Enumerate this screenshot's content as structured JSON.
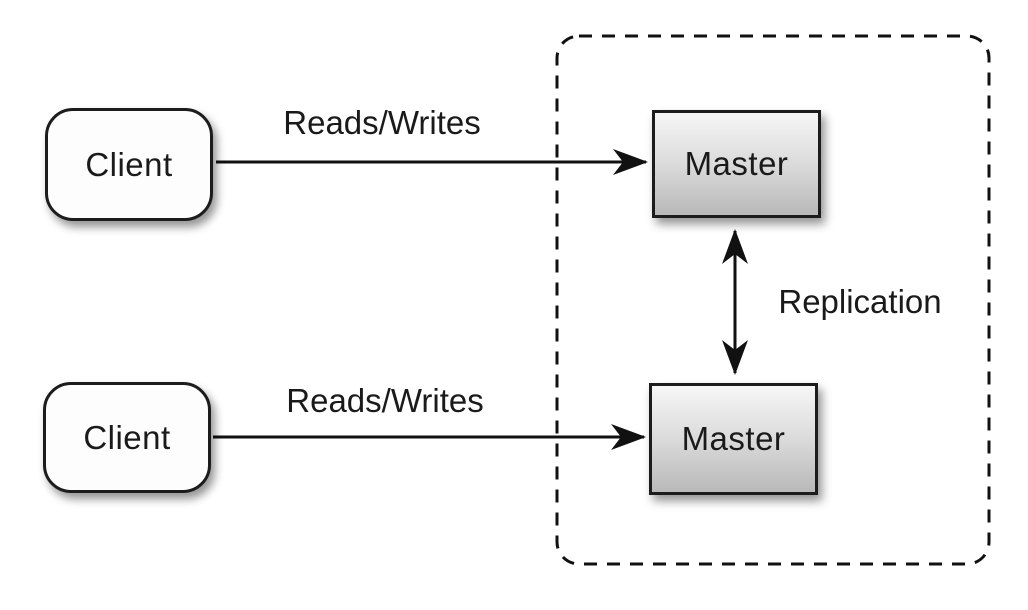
{
  "diagram": {
    "kind": "architecture-diagram",
    "description": "Two clients performing reads and writes against two master databases that replicate to each other (master-master replication)",
    "nodes": {
      "client_top": {
        "label": "Client",
        "shape": "rounded-rectangle"
      },
      "client_bottom": {
        "label": "Client",
        "shape": "rounded-rectangle"
      },
      "master_top": {
        "label": "Master",
        "shape": "rectangle"
      },
      "master_bottom": {
        "label": "Master",
        "shape": "rectangle"
      }
    },
    "edges": {
      "reads_writes_top": {
        "label": "Reads/Writes",
        "from": "client_top",
        "to": "master_top",
        "direction": "one-way"
      },
      "reads_writes_bottom": {
        "label": "Reads/Writes",
        "from": "client_bottom",
        "to": "master_bottom",
        "direction": "one-way"
      },
      "replication": {
        "label": "Replication",
        "from": "master_top",
        "to": "master_bottom",
        "direction": "two-way"
      }
    },
    "groups": {
      "masters_boundary": {
        "style": "dashed-rounded-rectangle",
        "contains": [
          "master_top",
          "master_bottom"
        ]
      }
    },
    "colors": {
      "background": "#ffffff",
      "line": "#111111",
      "text": "#1a1a1a",
      "node_border": "#1c1c1c",
      "client_fill": "#fdfdfd",
      "master_gradient_top": "#f6f6f6",
      "master_gradient_bottom": "#b9b9b9"
    }
  }
}
